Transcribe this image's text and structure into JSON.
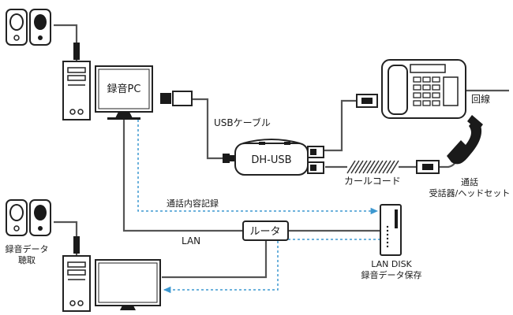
{
  "nodes": {
    "recording_pc": "録音PC",
    "dh_usb": "DH-USB",
    "router": "ルータ",
    "lan_disk": [
      "LAN DISK",
      "録音データ保存"
    ],
    "handset": [
      "通話",
      "受話器/ヘッドセット"
    ],
    "playback": [
      "録音データ",
      "聴取"
    ]
  },
  "edges": {
    "usb_cable": "USBケーブル",
    "curl_cord": "カールコード",
    "phone_line": "回線",
    "lan": "LAN",
    "call_recording": "通話内容記録"
  },
  "colors": {
    "wire": "#555555",
    "data_flow": "#3d98d0",
    "device": "#222222"
  }
}
